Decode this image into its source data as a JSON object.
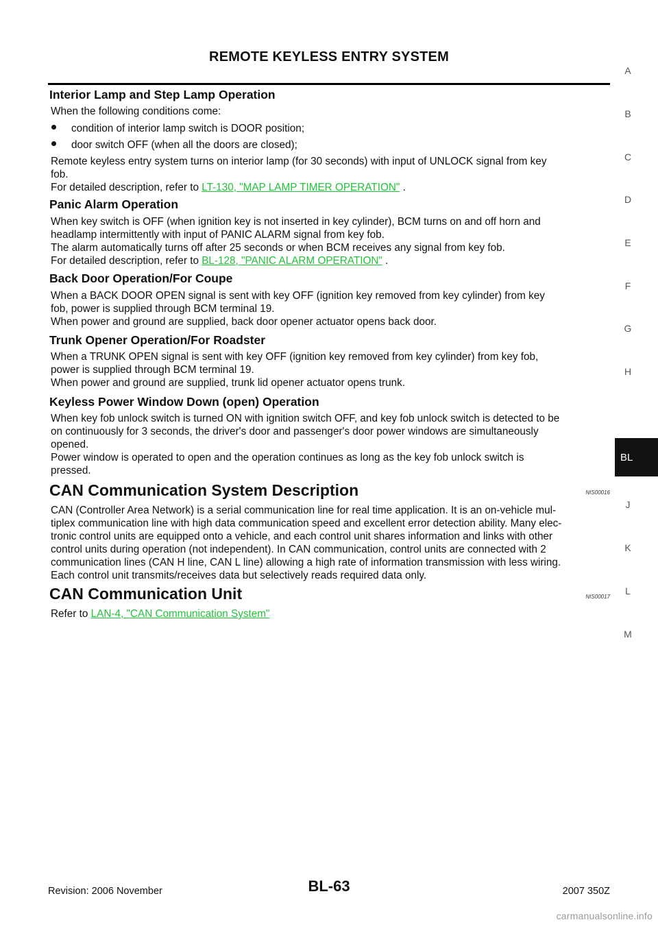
{
  "header": {
    "title": "REMOTE KEYLESS ENTRY SYSTEM"
  },
  "sections": {
    "interior": {
      "heading": "Interior Lamp and Step Lamp Operation",
      "intro": "When the following conditions come:",
      "bullets": [
        "condition of interior lamp switch is DOOR position;",
        "door switch OFF (when all the doors are closed);"
      ],
      "body_line1": "Remote keyless entry system turns on interior lamp (for 30 seconds) with input of UNLOCK signal from key",
      "body_line2": "fob.",
      "ref_prefix": "For detailed description, refer to ",
      "ref_link": "LT-130, \"MAP LAMP TIMER OPERATION\"",
      "ref_suffix": " ."
    },
    "panic": {
      "heading": "Panic Alarm Operation",
      "line1": "When key switch is OFF (when ignition key is not inserted in key cylinder), BCM turns on and off horn and",
      "line2": "headlamp intermittently with input of PANIC ALARM signal from key fob.",
      "line3": "The alarm automatically turns off after 25 seconds or when BCM receives any signal from key fob.",
      "ref_prefix": "For detailed description, refer to ",
      "ref_link": "BL-128, \"PANIC ALARM OPERATION\"",
      "ref_suffix": " ."
    },
    "backdoor": {
      "heading": "Back Door Operation/For Coupe",
      "line1": "When a BACK DOOR OPEN signal is sent with key OFF (ignition key removed from key cylinder) from key",
      "line2": "fob, power is supplied through BCM terminal 19.",
      "line3": "When power and ground are supplied, back door opener actuator opens back door."
    },
    "trunk": {
      "heading": "Trunk Opener Operation/For Roadster",
      "line1": "When a TRUNK OPEN signal is sent with key OFF (ignition key removed from key cylinder) from key fob,",
      "line2": "power is supplied through BCM terminal 19.",
      "line3": "When power and ground are supplied, trunk lid opener actuator opens trunk."
    },
    "window": {
      "heading": "Keyless Power Window Down (open) Operation",
      "line1": "When key fob unlock switch is turned ON with ignition switch OFF, and key fob unlock switch is detected to be",
      "line2": "on continuously for 3 seconds, the driver's door and passenger's door power windows are simultaneously",
      "line3": "opened.",
      "line4": "Power window is operated to open and the operation continues as long as the key fob unlock switch is",
      "line5": "pressed."
    },
    "can_desc": {
      "heading": "CAN Communication System Description",
      "code": "NIS00016",
      "line1": "CAN (Controller Area Network) is a serial communication line for real time application. It is an on-vehicle mul-",
      "line2": "tiplex communication line with high data communication speed and excellent error detection ability. Many elec-",
      "line3": "tronic control units are equipped onto a vehicle, and each control unit shares information and links with other",
      "line4": "control units during operation (not independent). In CAN communication, control units are connected with 2",
      "line5": "communication lines (CAN H line, CAN L line) allowing a high rate of information transmission with less wiring.",
      "line6": "Each control unit transmits/receives data but selectively reads required data only."
    },
    "can_unit": {
      "heading": "CAN Communication Unit",
      "code": "NIS00017",
      "ref_prefix": "Refer to ",
      "ref_link": "LAN-4, \"CAN Communication System\""
    }
  },
  "sidebar": {
    "letters": [
      "A",
      "B",
      "C",
      "D",
      "E",
      "F",
      "G",
      "H",
      "J",
      "K",
      "L",
      "M"
    ],
    "active_tab": "BL"
  },
  "footer": {
    "revision": "Revision: 2006 November",
    "page": "BL-63",
    "model": "2007 350Z"
  },
  "watermark": "carmanualsonline.info",
  "colors": {
    "link": "#22c33a",
    "tab_bg": "#111111"
  }
}
